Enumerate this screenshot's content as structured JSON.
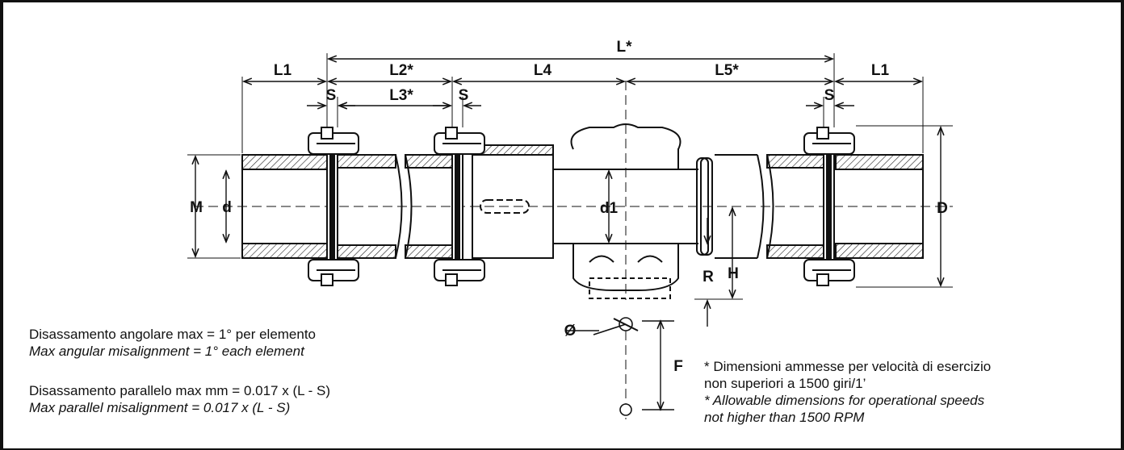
{
  "labels": {
    "L_total": "L*",
    "L1_left": "L1",
    "L2": "L2*",
    "L4": "L4",
    "L5": "L5*",
    "L1_right": "L1",
    "S_left": "S",
    "L3": "L3*",
    "S_mid": "S",
    "S_right": "S",
    "M": "M",
    "d": "d",
    "d1": "d1",
    "D": "D",
    "H": "H",
    "R": "R",
    "phi": "Ø",
    "F": "F"
  },
  "notes": {
    "angular_it": "Disassamento angolare max = 1° per elemento",
    "angular_en": "Max angular misalignment = 1° each element",
    "parallel_it": "Disassamento parallelo max mm = 0.017 x (L - S)",
    "parallel_en": "Max parallel misalignment = 0.017 x (L - S)",
    "speed_it_1": "* Dimensioni ammesse per velocità di esercizio",
    "speed_it_2": "non superiori a 1500 giri/1’",
    "speed_en_1": "* Allowable dimensions for operational speeds",
    "speed_en_2": "not higher than 1500 RPM"
  }
}
